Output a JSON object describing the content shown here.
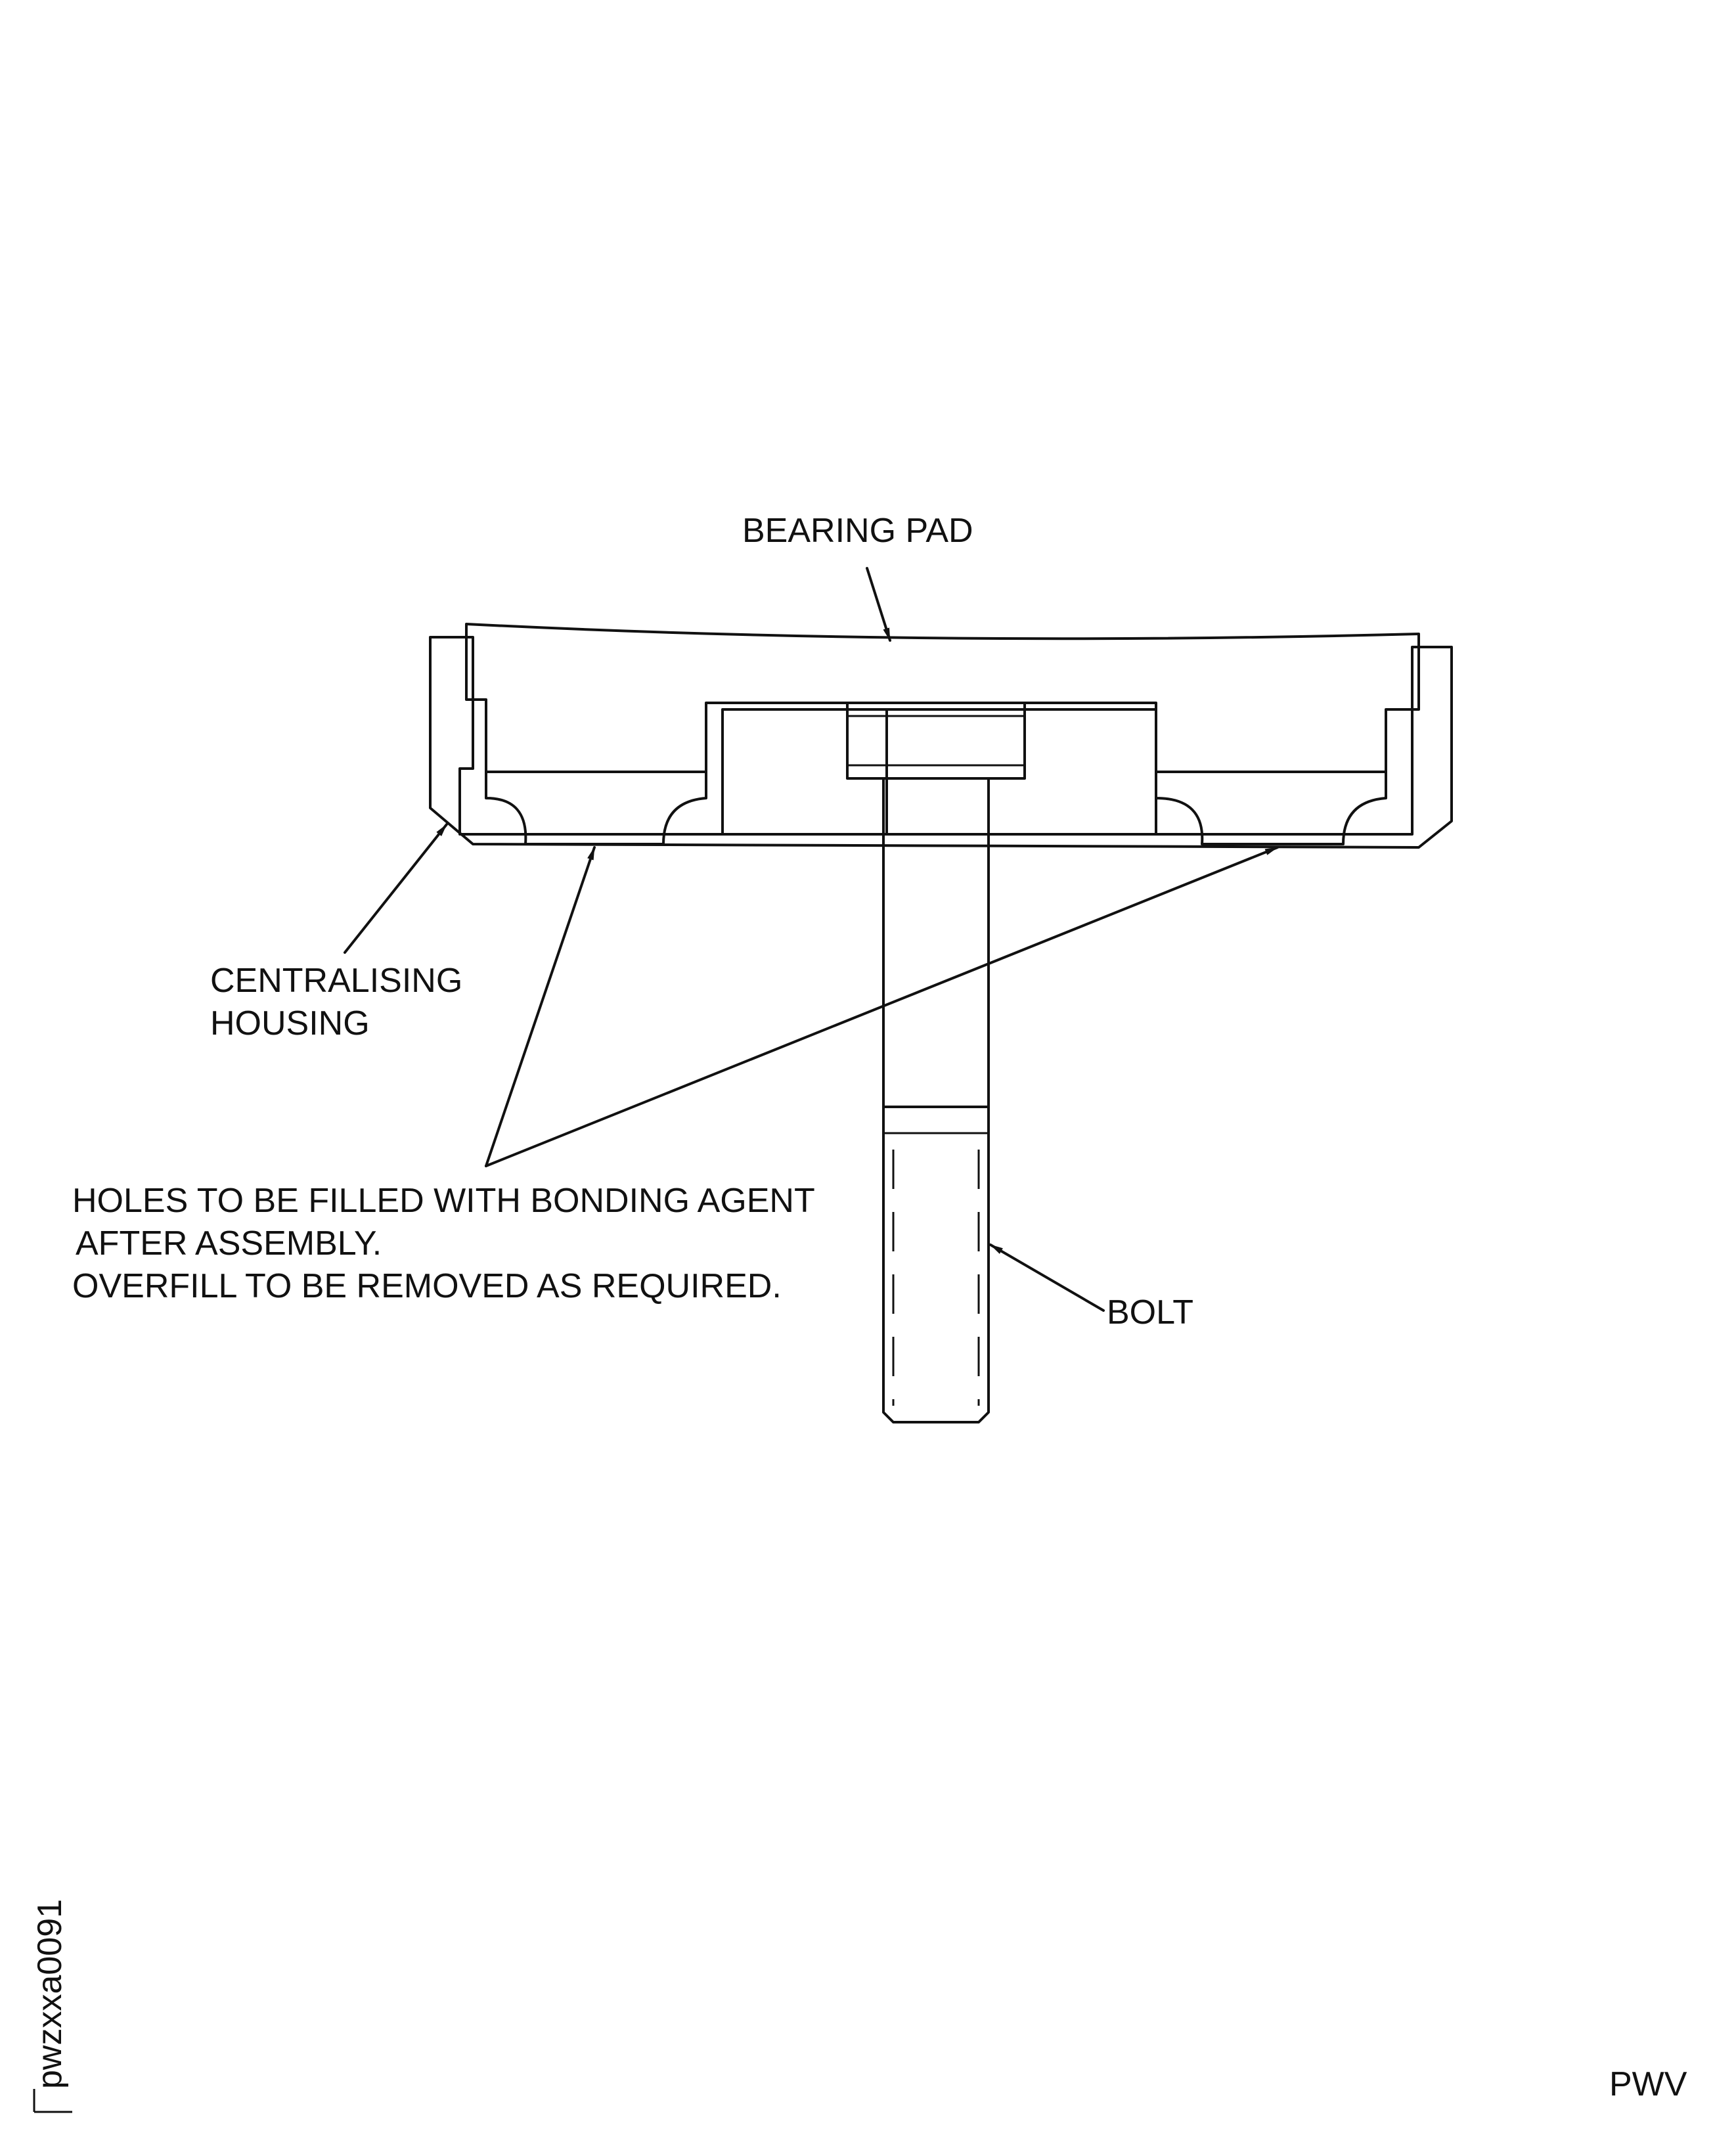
{
  "labels": {
    "bearing_pad": "BEARING PAD",
    "centralising_1": "CENTRALISING",
    "centralising_2": "HOUSING",
    "holes_1": "HOLES TO BE FILLED WITH BONDING AGENT",
    "holes_2": "AFTER ASSEMBLY.",
    "holes_3": "OVERFILL TO BE REMOVED AS REQUIRED.",
    "bolt": "BOLT"
  },
  "figure_id": "pwzxxa0091",
  "corner_code": "PWV",
  "colors": {
    "line": "#111111",
    "background": "#ffffff"
  }
}
